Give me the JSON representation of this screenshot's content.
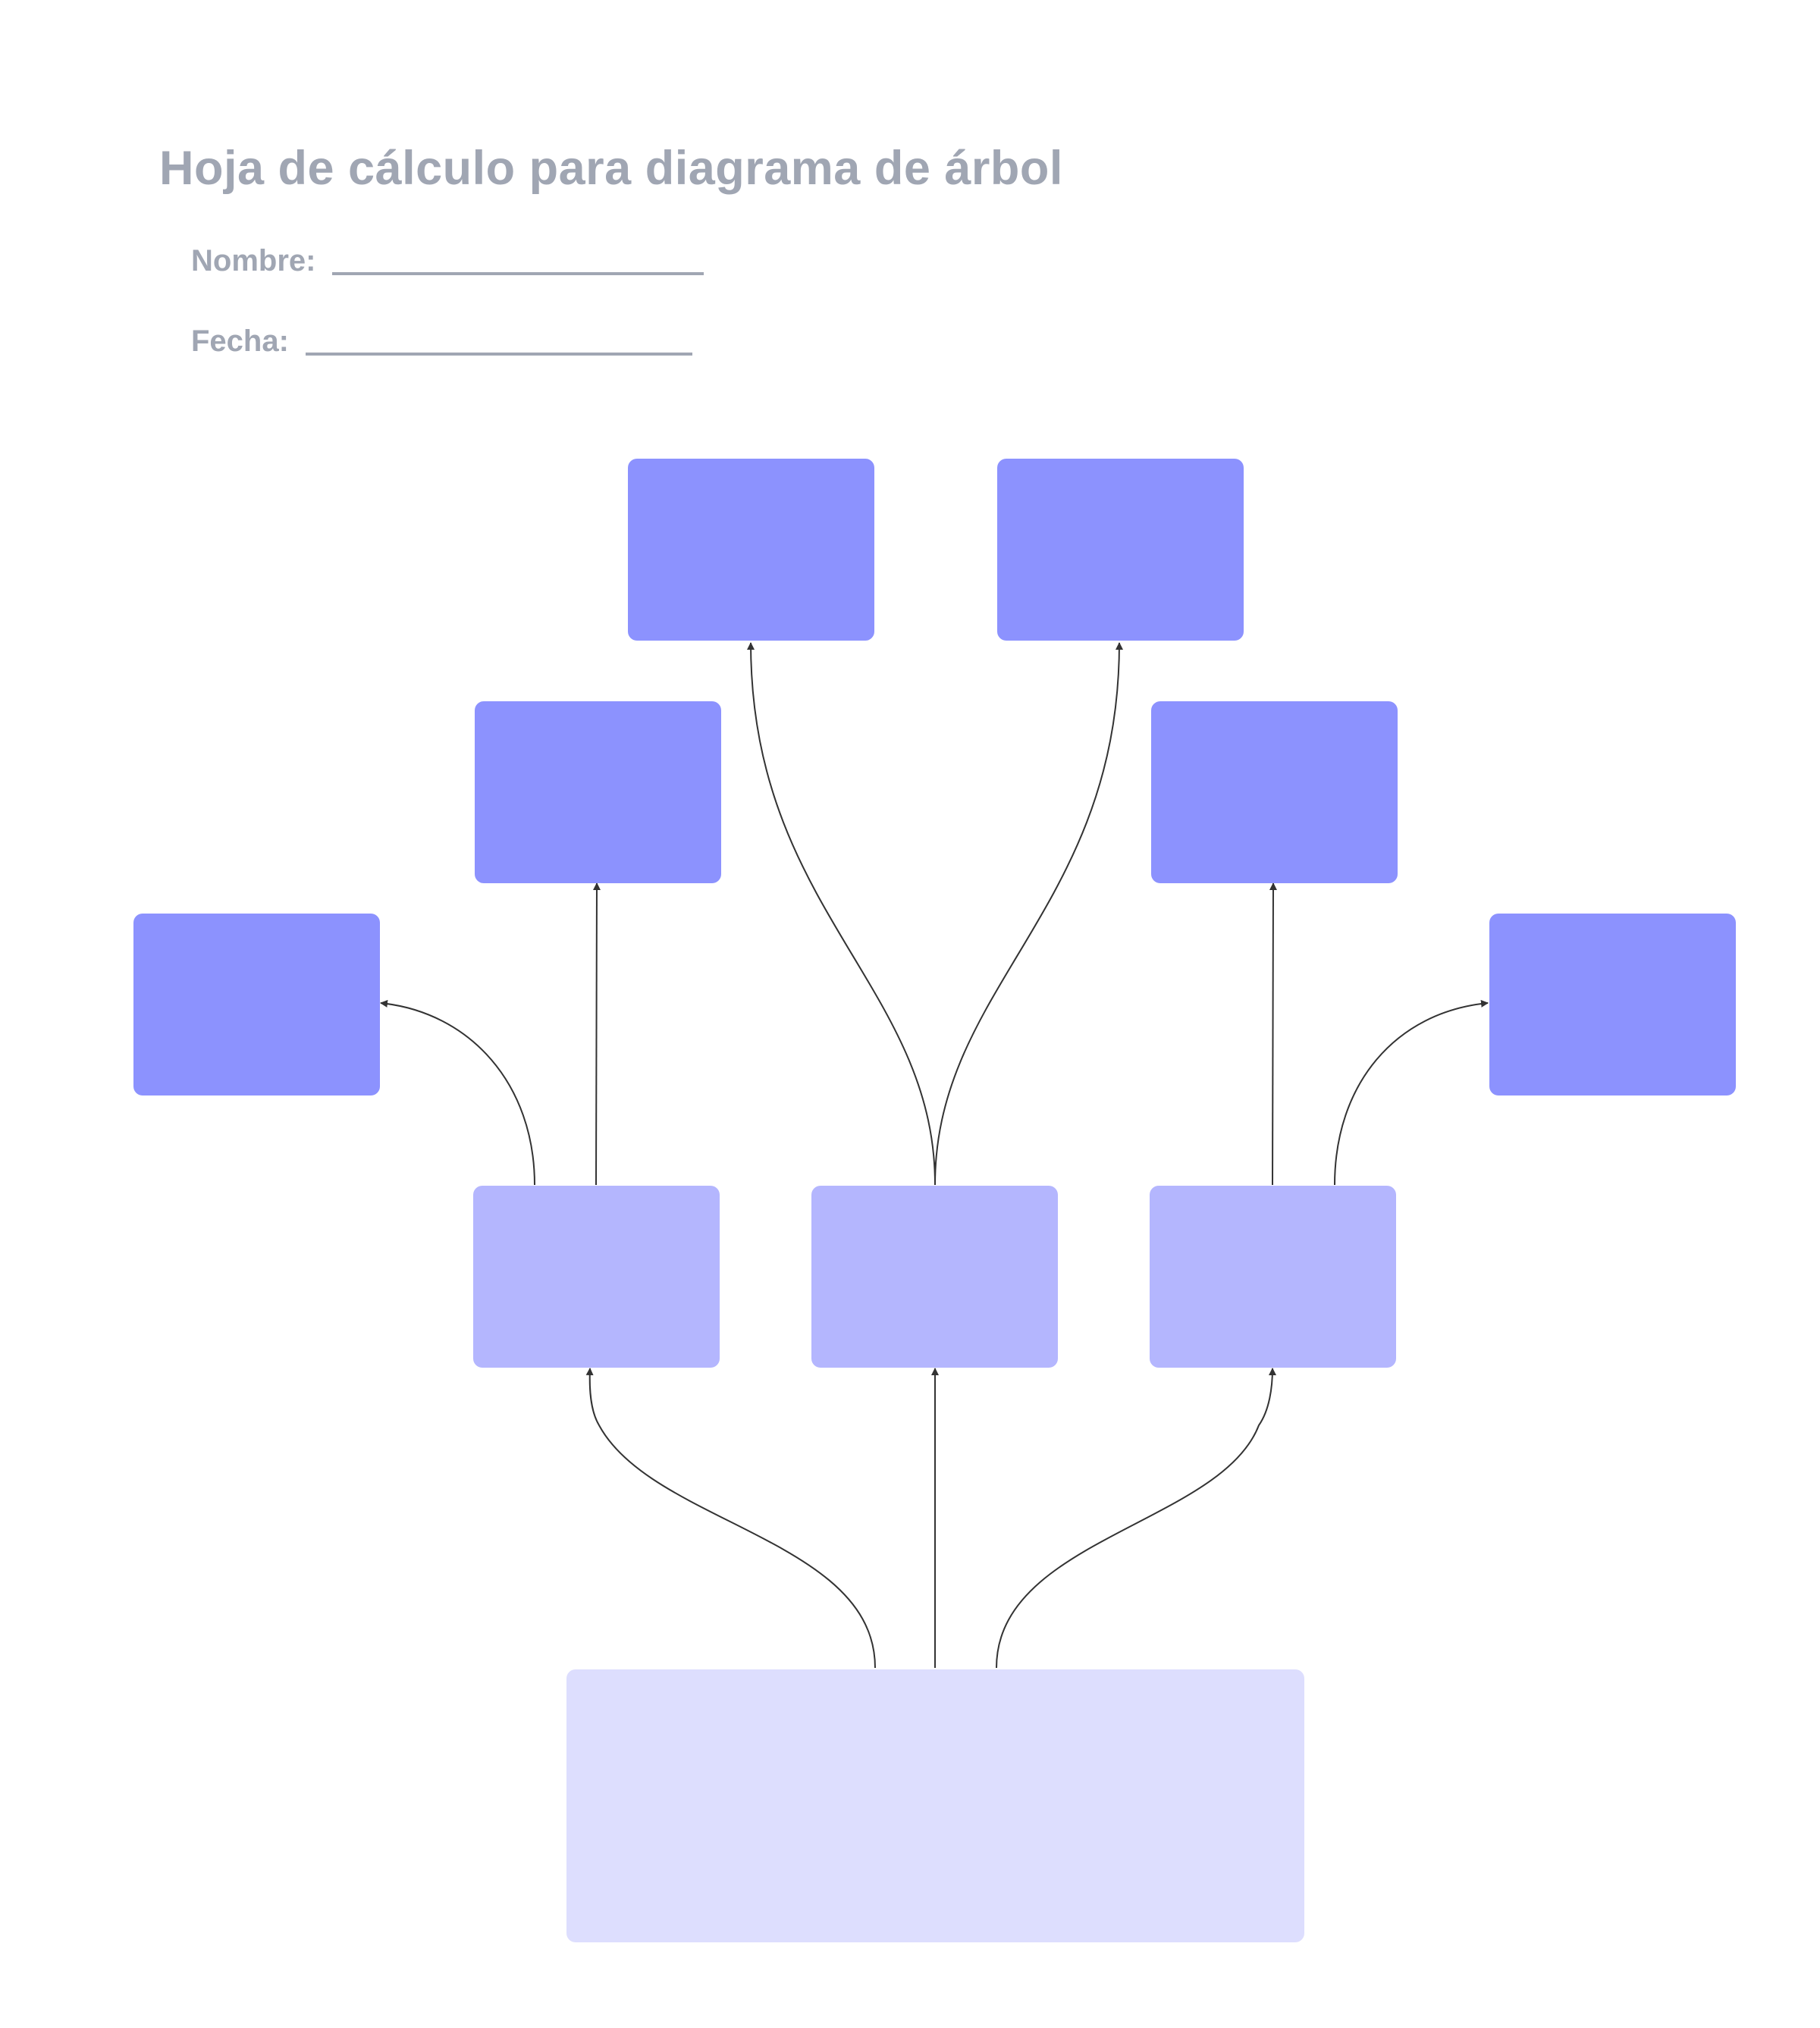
{
  "worksheet": {
    "title": "Hoja de cálculo para diagrama de árbol",
    "name_label": "Nombre:",
    "date_label": "Fecha:"
  },
  "colors": {
    "text_muted": "#a0a6b3",
    "node_dark": "#8c92fe",
    "node_mid": "#b4b6fe",
    "node_light": "#dddefe",
    "connector": "#333333"
  },
  "tree": {
    "levels": 3,
    "root": {
      "id": "root",
      "label": "",
      "children": [
        {
          "id": "branch-left",
          "label": "",
          "children": [
            {
              "id": "leaf-far-left",
              "label": ""
            },
            {
              "id": "leaf-left",
              "label": ""
            }
          ]
        },
        {
          "id": "branch-center",
          "label": "",
          "children": [
            {
              "id": "leaf-top-left",
              "label": ""
            },
            {
              "id": "leaf-top-right",
              "label": ""
            }
          ]
        },
        {
          "id": "branch-right",
          "label": "",
          "children": [
            {
              "id": "leaf-right",
              "label": ""
            },
            {
              "id": "leaf-far-right",
              "label": ""
            }
          ]
        }
      ]
    }
  }
}
